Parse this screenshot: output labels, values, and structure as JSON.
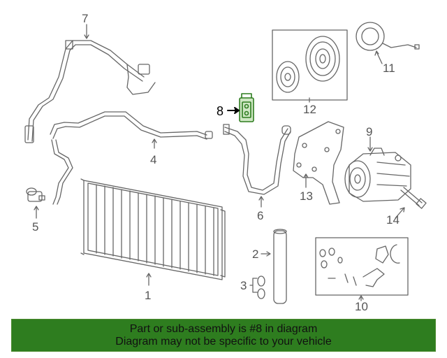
{
  "callouts": {
    "c1": "1",
    "c2": "2",
    "c3": "3",
    "c4": "4",
    "c5": "5",
    "c6": "6",
    "c7": "7",
    "c8": "8",
    "c9": "9",
    "c10": "10",
    "c11": "11",
    "c12": "12",
    "c13": "13",
    "c14": "14"
  },
  "banner": {
    "line1": "Part or sub-assembly is #8 in diagram",
    "line2": "Diagram may not be specific to your vehicle"
  },
  "colors": {
    "highlight": "#2e7d1f",
    "banner_bg": "#2e7d1f",
    "line": "#666666"
  }
}
